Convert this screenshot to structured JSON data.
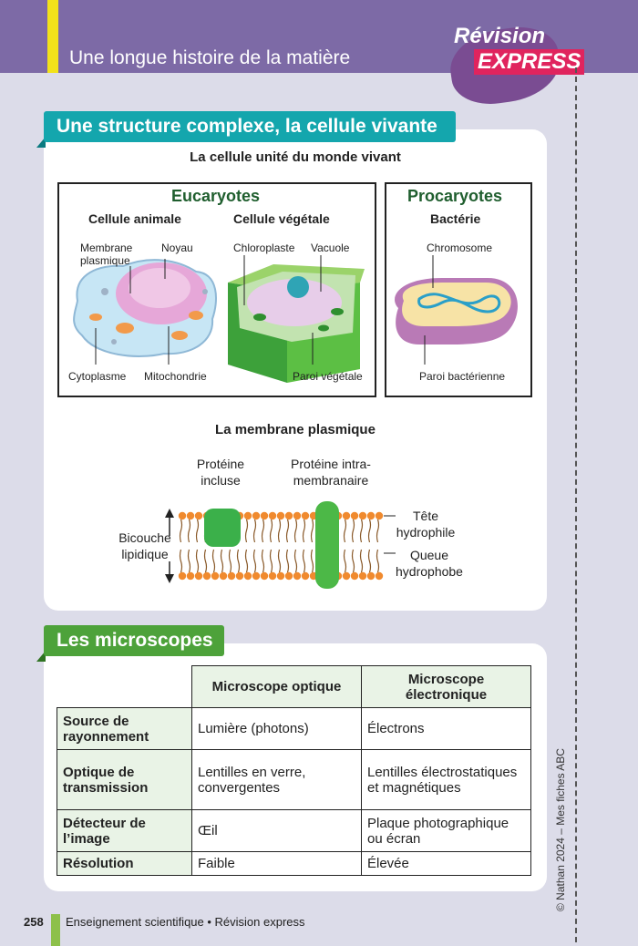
{
  "header": {
    "title": "Une longue histoire de la matière",
    "badge_line1": "Révision",
    "badge_line2": "EXPRESS"
  },
  "section1": {
    "title": "Une structure complexe, la cellule vivante",
    "diagram_title": "La cellule unité du monde vivant",
    "eukaryotes": {
      "title": "Eucaryotes",
      "animal": {
        "title": "Cellule animale",
        "labels": [
          "Membrane plasmique",
          "Noyau",
          "Cytoplasme",
          "Mitochondrie"
        ]
      },
      "plant": {
        "title": "Cellule végétale",
        "labels": [
          "Chloroplaste",
          "Vacuole",
          "Paroi végétale"
        ]
      }
    },
    "prokaryotes": {
      "title": "Procaryotes",
      "bacteria": {
        "title": "Bactérie",
        "labels": [
          "Chromosome",
          "Paroi bactérienne"
        ]
      }
    },
    "membrane": {
      "title": "La membrane plasmique",
      "labels": {
        "protein_included": "Protéine incluse",
        "protein_intra": "Protéine intra-membranaire",
        "bilayer": "Bicouche lipidique",
        "head": "Tête hydrophile",
        "tail": "Queue hydrophobe"
      }
    }
  },
  "section2": {
    "title": "Les microscopes",
    "columns": [
      "Microscope optique",
      "Microscope électronique"
    ],
    "rows": [
      {
        "label": "Source de rayonnement",
        "optique": "Lumière (photons)",
        "electronique": "Électrons"
      },
      {
        "label": "Optique de transmission",
        "optique": "Lentilles en verre, convergentes",
        "electronique": "Lentilles électrostatiques et magnétiques"
      },
      {
        "label": "Détecteur de l’image",
        "optique": "Œil",
        "electronique": "Plaque photographique ou écran"
      },
      {
        "label": "Résolution",
        "optique": "Faible",
        "electronique": "Élevée"
      }
    ]
  },
  "footer": {
    "page": "258",
    "text": "Enseignement scientifique • Révision express",
    "copyright": "© Nathan 2024 – Mes fiches ABC"
  },
  "colors": {
    "header": "#7d6aa6",
    "accent_yellow": "#f2e21a",
    "teal": "#14a6ad",
    "green": "#4da23a",
    "badge_pink": "#e0245e"
  }
}
